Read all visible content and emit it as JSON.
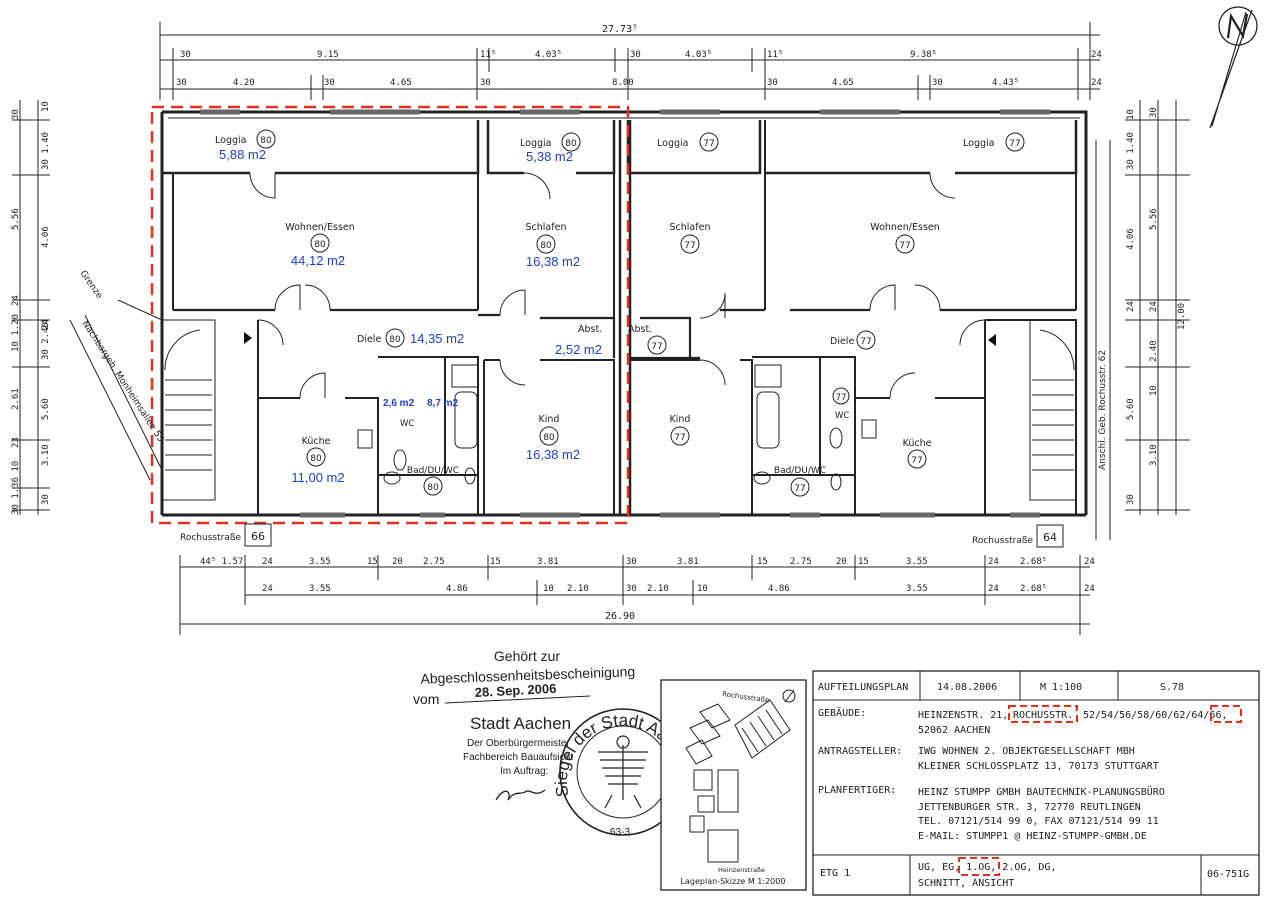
{
  "overall": {
    "top_width": "27.73⁵",
    "bottom_width": "26.90"
  },
  "dims_top1": [
    "30",
    "9.15",
    "11⁵",
    "4.03⁵",
    "30",
    "4.03⁵",
    "11⁵",
    "9.38⁵",
    "24"
  ],
  "dims_top2": [
    "30",
    "4.20",
    "30",
    "4.65",
    "30",
    "8.00",
    "30",
    "4.65",
    "30",
    "4.43⁵",
    "24"
  ],
  "dims_bottom1": [
    "44⁵ 1.57",
    "24",
    "3.55",
    "15",
    "20",
    "2.75",
    "15",
    "3.81",
    "30",
    "3.81",
    "15",
    "2.75",
    "20",
    "15",
    "3.55",
    "24",
    "2.68⁵",
    "24"
  ],
  "dims_bottom2": [
    "24",
    "3.55",
    "4.86",
    "10",
    "2.10",
    "30",
    "2.10",
    "10",
    "4.86",
    "3.55",
    "24",
    "2.68⁵",
    "24"
  ],
  "dims_left": [
    "30",
    "10",
    "30 1.40",
    "5.56",
    "4.06",
    "24",
    "10 1.20",
    "24",
    "30 2.40",
    "2.61",
    "5.60",
    "23",
    "3.10",
    "30 1.36 10",
    "30"
  ],
  "dims_right": [
    "10",
    "30",
    "30 1.40",
    "5.56",
    "4.06",
    "24",
    "24",
    "12.00",
    "2.40",
    "10",
    "5.60",
    "3.10",
    "30"
  ],
  "rooms": [
    {
      "label": "Loggia",
      "num": "80",
      "area": "5,88 m2"
    },
    {
      "label": "Wohnen/Essen",
      "num": "80",
      "area": "44,12 m2"
    },
    {
      "label": "Loggia",
      "num": "80",
      "area": "5,38 m2"
    },
    {
      "label": "Schlafen",
      "num": "80",
      "area": "16,38 m2"
    },
    {
      "label": "Diele",
      "num": "80",
      "area": "14,35 m2"
    },
    {
      "label": "Abst.",
      "num": "",
      "area": "2,52 m2"
    },
    {
      "label": "WC",
      "num": "",
      "area": "2,6 m2"
    },
    {
      "label": "",
      "num": "",
      "area": "8,7 m2"
    },
    {
      "label": "Küche",
      "num": "80",
      "area": "11,00 m2"
    },
    {
      "label": "Bad/DU/WC",
      "num": "80",
      "area": ""
    },
    {
      "label": "Kind",
      "num": "80",
      "area": "16,38 m2"
    },
    {
      "label": "Loggia",
      "num": "77",
      "area": ""
    },
    {
      "label": "Loggia",
      "num": "77",
      "area": ""
    },
    {
      "label": "Schlafen",
      "num": "77",
      "area": ""
    },
    {
      "label": "Wohnen/Essen",
      "num": "77",
      "area": ""
    },
    {
      "label": "Abst.",
      "num": "77",
      "area": ""
    },
    {
      "label": "Diele",
      "num": "77",
      "area": ""
    },
    {
      "label": "Kind",
      "num": "77",
      "area": ""
    },
    {
      "label": "Bad/DU/WC",
      "num": "77",
      "area": ""
    },
    {
      "label": "WC",
      "num": "77",
      "area": ""
    },
    {
      "label": "Küche",
      "num": "77",
      "area": ""
    }
  ],
  "streets": {
    "rochus_left": "Rochusstraße",
    "house_left": "66",
    "rochus_right": "Rochusstraße",
    "house_right": "64",
    "grenze": "Grenze",
    "nachbar_left": "Nachbargeb. Monheimsallee 55",
    "nachbar_right": "Anschl. Geb. Rochusstr. 62"
  },
  "stamp": {
    "line1": "Gehört zur",
    "line2": "Abgeschlossenheitsbescheinigung",
    "vom": "vom",
    "date": "28. Sep. 2006",
    "city": "Stadt Aachen",
    "l1": "Der Oberbürgermeister",
    "l2": "Fachbereich Bauaufsicht",
    "l3": "Im Auftrag:",
    "seal": "Siegel der Stadt Aachen",
    "seal_num": "63-3"
  },
  "lageplan": {
    "street1": "Rochusstraße",
    "street2": "Heinzenstraße",
    "caption": "Lageplan-Skizze M 1:2000"
  },
  "titleblock": {
    "aufteilungsplan": "AUFTEILUNGSPLAN",
    "date": "14.08.2006",
    "scale": "M 1:100",
    "sheet": "S.78",
    "gebaeude_label": "GEBÄUDE:",
    "gebaeude_1a": "HEINZENSTR. 21,",
    "gebaeude_1b": "ROCHUSSTR.",
    "gebaeude_1c": "52/54/56/58/60/62/64/66,",
    "gebaeude_2": "52062 AACHEN",
    "antrag_label": "ANTRAGSTELLER:",
    "antrag_1": "IWG WOHNEN 2. OBJEKTGESELLSCHAFT MBH",
    "antrag_2": "KLEINER SCHLOSSPLATZ 13, 70173 STUTTGART",
    "planf_label": "PLANFERTIGER:",
    "planf_1": "HEINZ STUMPP GMBH BAUTECHNIK-PLANUNGSBÜRO",
    "planf_2": "JETTENBURGER STR. 3, 72770 REUTLINGEN",
    "planf_3": "TEL. 07121/514 99 0, FAX 07121/514 99 11",
    "planf_4": "E-MAIL: STUMPP1 @ HEINZ-STUMPP-GMBH.DE",
    "etg": "ETG 1",
    "floors_1": "UG, EG, 1.OG, 2.OG, DG,",
    "floors_2": "SCHNITT, ANSICHT",
    "docnum": "06-751G"
  }
}
